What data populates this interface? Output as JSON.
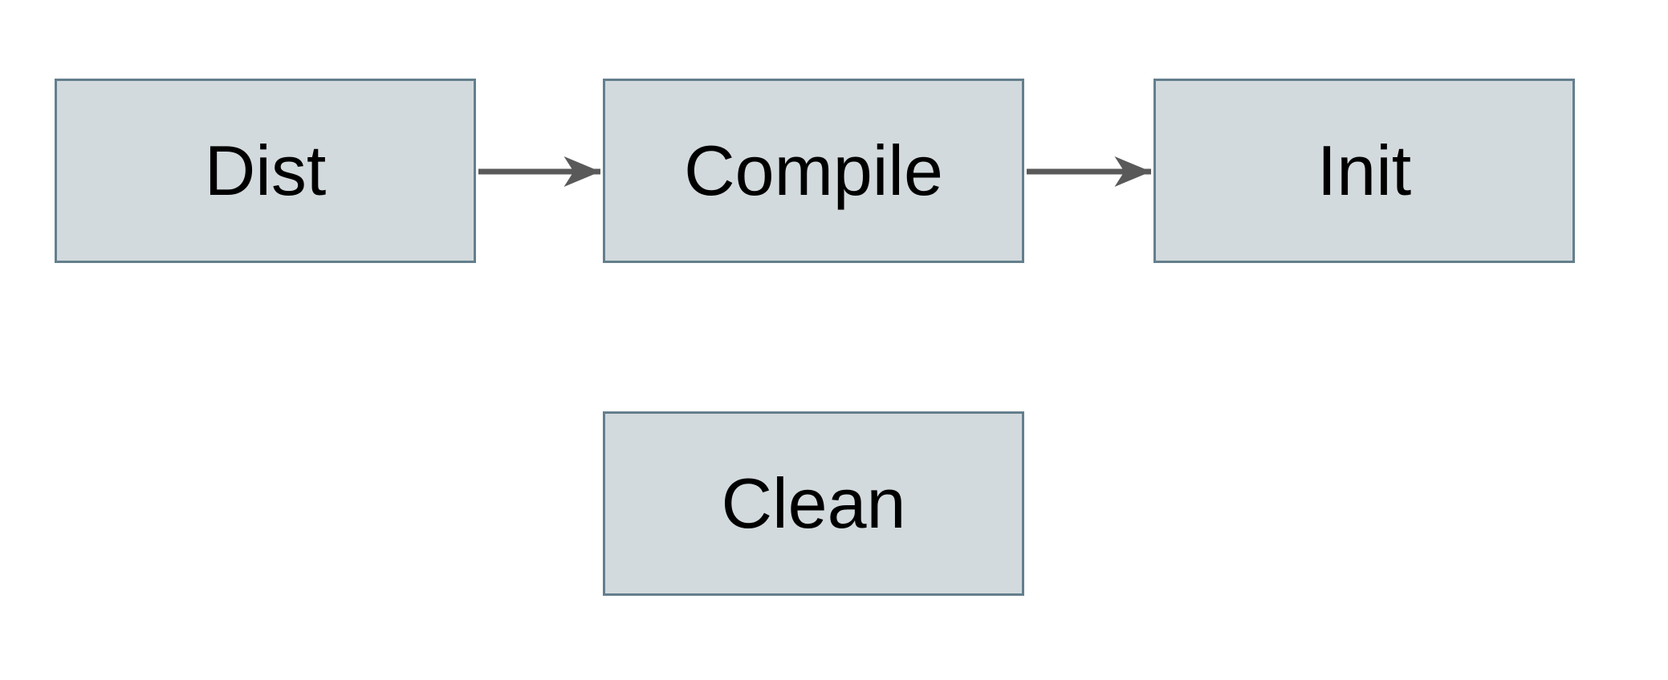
{
  "diagram": {
    "title": "build-targets-flowchart",
    "nodes": [
      {
        "id": "dist",
        "label": "Dist"
      },
      {
        "id": "compile",
        "label": "Compile"
      },
      {
        "id": "init",
        "label": "Init"
      },
      {
        "id": "clean",
        "label": "Clean"
      }
    ],
    "edges": [
      {
        "from": "dist",
        "to": "compile",
        "direction": "right"
      },
      {
        "from": "compile",
        "to": "init",
        "direction": "right"
      }
    ],
    "colors": {
      "node_fill": "#d3dadd",
      "node_border": "#647f8d",
      "arrow": "#595959",
      "text": "#000000",
      "background": "#ffffff"
    }
  }
}
